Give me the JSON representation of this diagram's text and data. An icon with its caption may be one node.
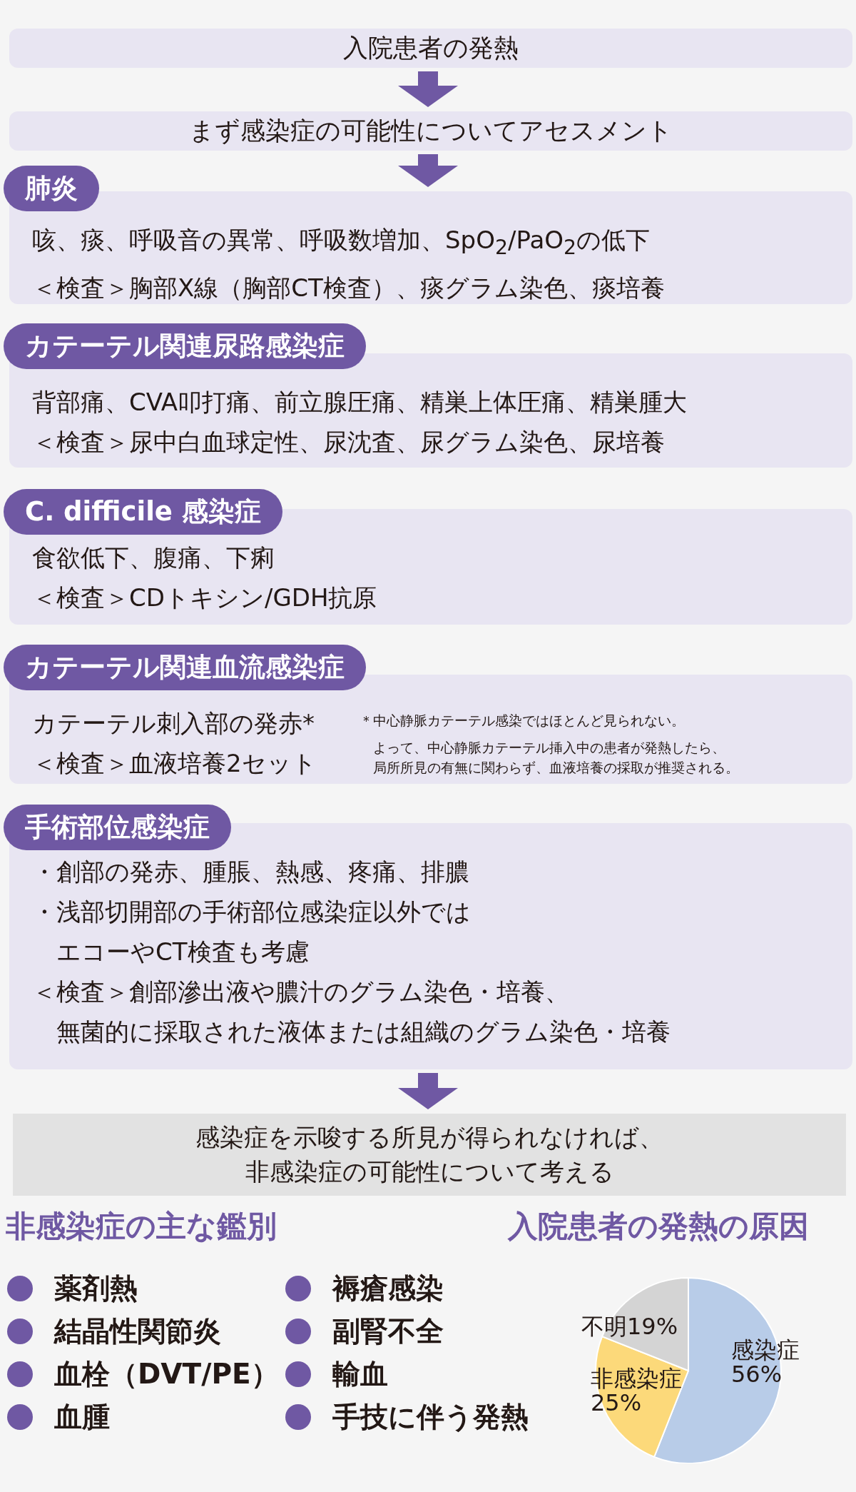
{
  "diagram": {
    "nodes": [
      {
        "text": [
          "入院患者の発熱"
        ]
      },
      {
        "text": [
          "まず感染症の可能性についてアセスメント"
        ]
      },
      {
        "text": [
          "肺炎",
          "咳、痰、呼吸音の異常、呼吸数増加、SpO$_{2}$/PaO$_{2}$の低下",
          "＜検査＞胸部X線（胸部CT検査）、痰グラム染色、痰培養"
        ]
      },
      {
        "text": [
          "カテーテル関連尿路感染症",
          "背部痛、CVA叩打痛、前立腺圧痛、精巣上体圧痛、精巣腫大",
          "＜検査＞尿中白血球定性、尿沈査、尿グラム染色、尿培養"
        ]
      },
      {
        "text": [
          "C. difficile 感染症",
          "食欲低下、腹痛、下痢",
          "＜検査＞CDトキシン/GDH抗原"
        ]
      },
      {
        "text": [
          "カテーテル関連血流感染症",
          "カテーテル刺入部の発赤*",
          "＜検査＞血液培養2セット",
          "＊中心静脈カテーテル感染ではほとんど見られない。",
          "よって、中心静脈カテーテル挿入中の患者が発熱したら、局所所見の有無に関わらず、血液培養の採取が推奨される。"
        ]
      },
      {
        "text": [
          "手術部位感染症",
          "・創部の発赤、腫脹、熱感、疼痛、排膿",
          "・浅部切開部の手術部位感染症以外ではエコーやCT検査も考慮",
          "＜検査＞創部滲出液や膿汁のグラム染色・培養、無菌的に採取された液体または組織のグラム染色・培養"
        ]
      },
      {
        "text": [
          "感染症を示唆する所見が得られなければ、非感染症の可能性について考える"
        ]
      }
    ],
    "edges": [
      {
        "from": 0,
        "to": 1,
        "arrow": "to"
      },
      {
        "from": 1,
        "to": 2,
        "arrow": "to"
      },
      {
        "from": 6,
        "to": 7,
        "arrow": "to"
      }
    ],
    "labels": [
      "非感染症の主な鑑別",
      "薬剤熱",
      "褥瘡感染",
      "結晶性関節炎",
      "副腎不全",
      "血栓（DVT/PE）",
      "輸血",
      "血腫",
      "手技に伴う発熱"
    ],
    "chart_data": {
      "type": "pie",
      "title": "入院患者の発熱の原因",
      "categories": [
        "感染症",
        "非感染症",
        "不明"
      ],
      "series": [
        {
          "values": [
            56,
            25,
            19
          ]
        }
      ],
      "value_labels": [
        "56%",
        "25%",
        "19%"
      ]
    }
  }
}
